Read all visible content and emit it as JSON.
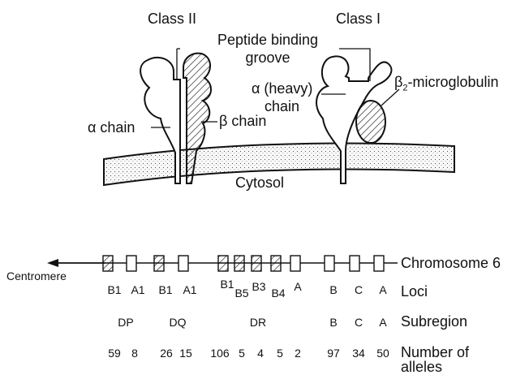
{
  "molecule": {
    "class2_label": "Class II",
    "class1_label": "Class I",
    "peptide_label": "Peptide binding groove",
    "peptide_line1": "Peptide binding",
    "peptide_line2": "groove",
    "alpha_heavy_line1": "α (heavy)",
    "alpha_heavy_line2": "chain",
    "b2m_beta": "β",
    "b2m_sub": "2",
    "b2m_rest": "-microglobulin",
    "alpha_chain": "α chain",
    "beta_chain": "β chain",
    "cytosol": "Cytosol"
  },
  "chromosome": {
    "label": "Chromosome 6",
    "centromere": "Centromere",
    "genes": [
      {
        "name": "B1",
        "locus": "B1",
        "subregion": "DP",
        "alleles": "59",
        "hatched": true
      },
      {
        "name": "A1",
        "locus": "A1",
        "subregion": "DP",
        "alleles": "8",
        "hatched": false
      },
      {
        "name": "B1",
        "locus": "B1",
        "subregion": "DQ",
        "alleles": "26",
        "hatched": true
      },
      {
        "name": "A1",
        "locus": "A1",
        "subregion": "DQ",
        "alleles": "15",
        "hatched": false
      },
      {
        "name": "B1",
        "locus": "B1",
        "subregion": "DR",
        "alleles": "106",
        "hatched": true
      },
      {
        "name": "B5",
        "locus": "B5",
        "subregion": "DR",
        "alleles": "5",
        "hatched": true
      },
      {
        "name": "B3",
        "locus": "B3",
        "subregion": "DR",
        "alleles": "4",
        "hatched": true
      },
      {
        "name": "B4",
        "locus": "B4",
        "subregion": "DR",
        "alleles": "5",
        "hatched": true
      },
      {
        "name": "A",
        "locus": "A",
        "subregion": "DR",
        "alleles": "2",
        "hatched": false
      },
      {
        "name": "B",
        "locus": "B",
        "subregion": "B",
        "alleles": "97",
        "hatched": false
      },
      {
        "name": "C",
        "locus": "C",
        "subregion": "C",
        "alleles": "34",
        "hatched": false
      },
      {
        "name": "A",
        "locus": "A",
        "subregion": "A",
        "alleles": "50",
        "hatched": false
      }
    ]
  },
  "rows": {
    "loci_label": "Loci",
    "subregion_label": "Subregion",
    "alleles_label_line1": "Number of",
    "alleles_label_line2": "alleles",
    "subregions": [
      "DP",
      "DQ",
      "DR",
      "B",
      "C",
      "A"
    ],
    "loci": [
      "B1",
      "A1",
      "B1",
      "A1",
      "B1",
      "B5",
      "B3",
      "B4",
      "A",
      "B",
      "C",
      "A"
    ],
    "alleles": [
      "59",
      "8",
      "26",
      "15",
      "106",
      "5",
      "4",
      "5",
      "2",
      "97",
      "34",
      "50"
    ]
  },
  "colors": {
    "ink": "#111111",
    "membrane_fill": "#f2f2f2",
    "hatch": "#111111"
  }
}
